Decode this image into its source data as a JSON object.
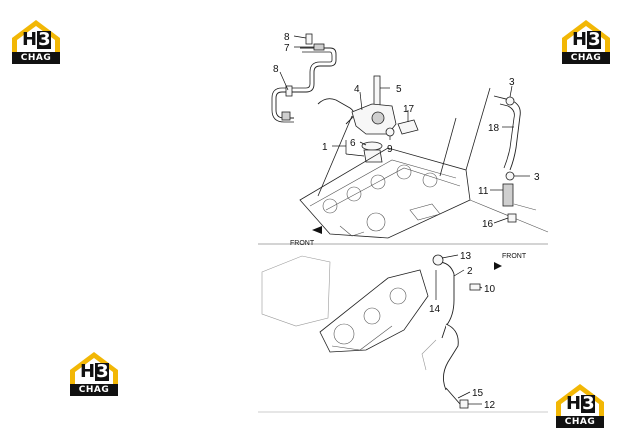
{
  "watermark": {
    "letters": "H",
    "digit": "3",
    "band": "CHAG",
    "colors": {
      "accent": "#f2b705",
      "dark": "#111111"
    }
  },
  "front_labels": [
    "FRONT",
    "FRONT"
  ],
  "callouts": [
    "8",
    "7",
    "8",
    "5",
    "4",
    "17",
    "3",
    "18",
    "6",
    "1",
    "9",
    "3",
    "11",
    "16",
    "13",
    "2",
    "10",
    "14",
    "15",
    "12"
  ]
}
